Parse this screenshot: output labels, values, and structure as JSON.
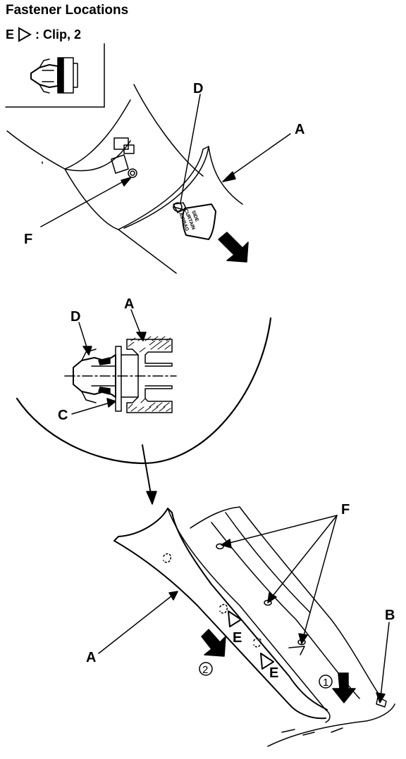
{
  "title": "Fastener Locations",
  "legend": {
    "letter": "E",
    "text": ": Clip, 2"
  },
  "labels": {
    "A": "A",
    "B": "B",
    "C": "C",
    "D": "D",
    "E": "E",
    "F": "F"
  },
  "airbag_tag": [
    "SIDE",
    "CURTAIN",
    "AIRBAG"
  ],
  "steps": {
    "step1": "1",
    "step2": "2"
  }
}
